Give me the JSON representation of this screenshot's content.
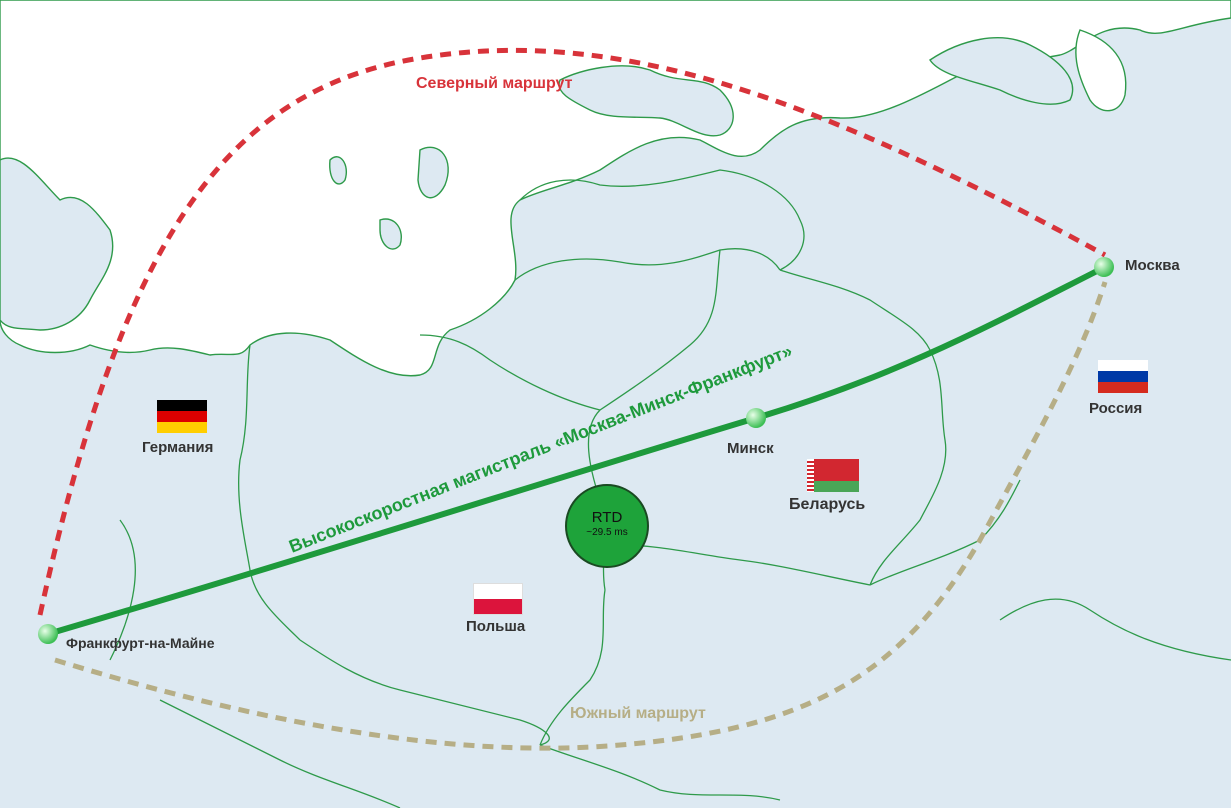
{
  "routes": {
    "north": {
      "label": "Северный маршрут",
      "color": "#d8333a"
    },
    "south": {
      "label": "Южный маршрут",
      "color": "#b6ae86"
    },
    "main": {
      "label": "Высокоскоростная магистраль «Москва-Минск-Франкфурт»",
      "color": "#1e9a3c"
    }
  },
  "cities": {
    "moscow": "Москва",
    "minsk": "Минск",
    "frankfurt": "Франкфурт-на-Майне"
  },
  "countries": {
    "germany": {
      "name": "Германия",
      "flag": "flag-germany-icon"
    },
    "poland": {
      "name": "Польша",
      "flag": "flag-poland-icon"
    },
    "belarus": {
      "name": "Беларусь",
      "flag": "flag-belarus-icon"
    },
    "russia": {
      "name": "Россия",
      "flag": "flag-russia-icon"
    }
  },
  "rtd": {
    "title": "RTD",
    "value": "~29.5 ms",
    "color": "#1ea33a"
  },
  "colors": {
    "water": "#ffffff",
    "land": "#dde9f2",
    "borders": "#2e9a4a"
  }
}
